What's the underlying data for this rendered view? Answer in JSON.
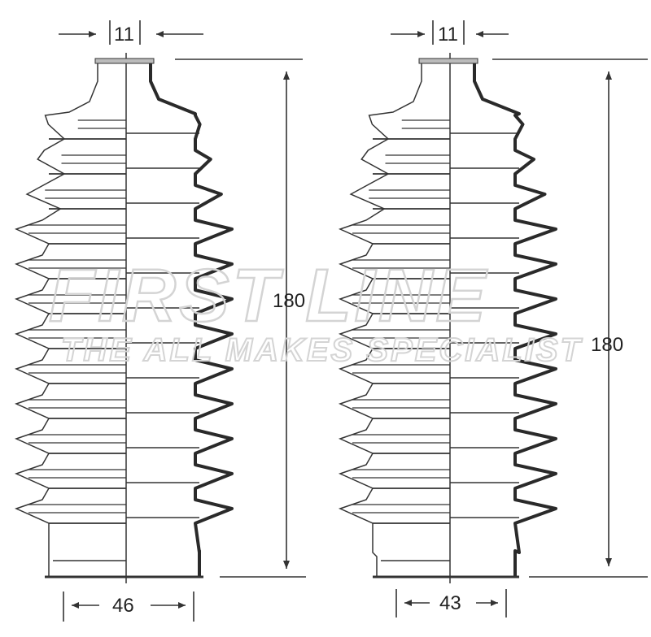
{
  "diagram": {
    "title": "Steering rack boot dimensions",
    "watermark": {
      "brand": "FIRST LINE",
      "tagline": "THE ALL MAKES SPECIALIST"
    },
    "boots": [
      {
        "name": "boot-left",
        "inner_diameter_label": "11",
        "length_label": "180",
        "outer_diameter_label": "46"
      },
      {
        "name": "boot-right",
        "inner_diameter_label": "11",
        "length_label": "180",
        "outer_diameter_label": "43"
      }
    ],
    "colors": {
      "line": "#333333",
      "thick": "#2a2a2a",
      "watermark": "#d4d4d4"
    }
  }
}
